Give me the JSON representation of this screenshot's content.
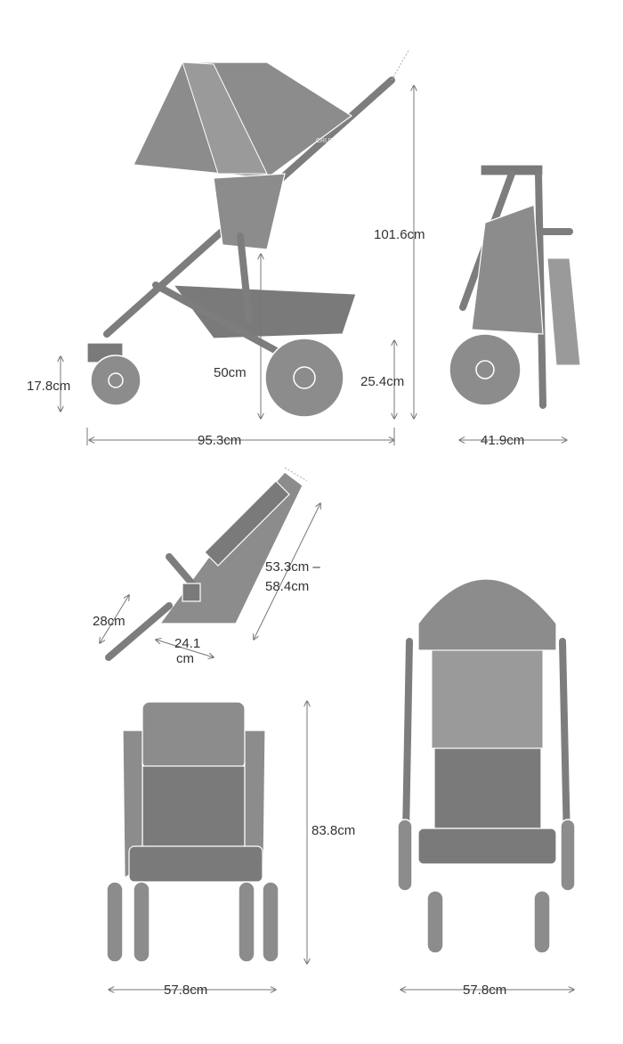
{
  "brand_text": "CRUZ",
  "colors": {
    "product": "#8c8c8c",
    "dimension_line": "#777777",
    "text": "#333333"
  },
  "side_view": {
    "height": "101.6cm",
    "length": "95.3cm",
    "front_wheel_height": "17.8cm",
    "seat_height": "50cm",
    "rear_wheel_height": "25.4cm"
  },
  "folded_view": {
    "width": "41.9cm"
  },
  "seat_view": {
    "backrest_line1": "53.3cm –",
    "backrest_line2": "58.4cm",
    "footrest": "28cm",
    "seat_depth_line1": "24.1",
    "seat_depth_line2": "cm"
  },
  "rear_view": {
    "height": "83.8cm",
    "width": "57.8cm"
  },
  "front_view": {
    "width": "57.8cm"
  }
}
